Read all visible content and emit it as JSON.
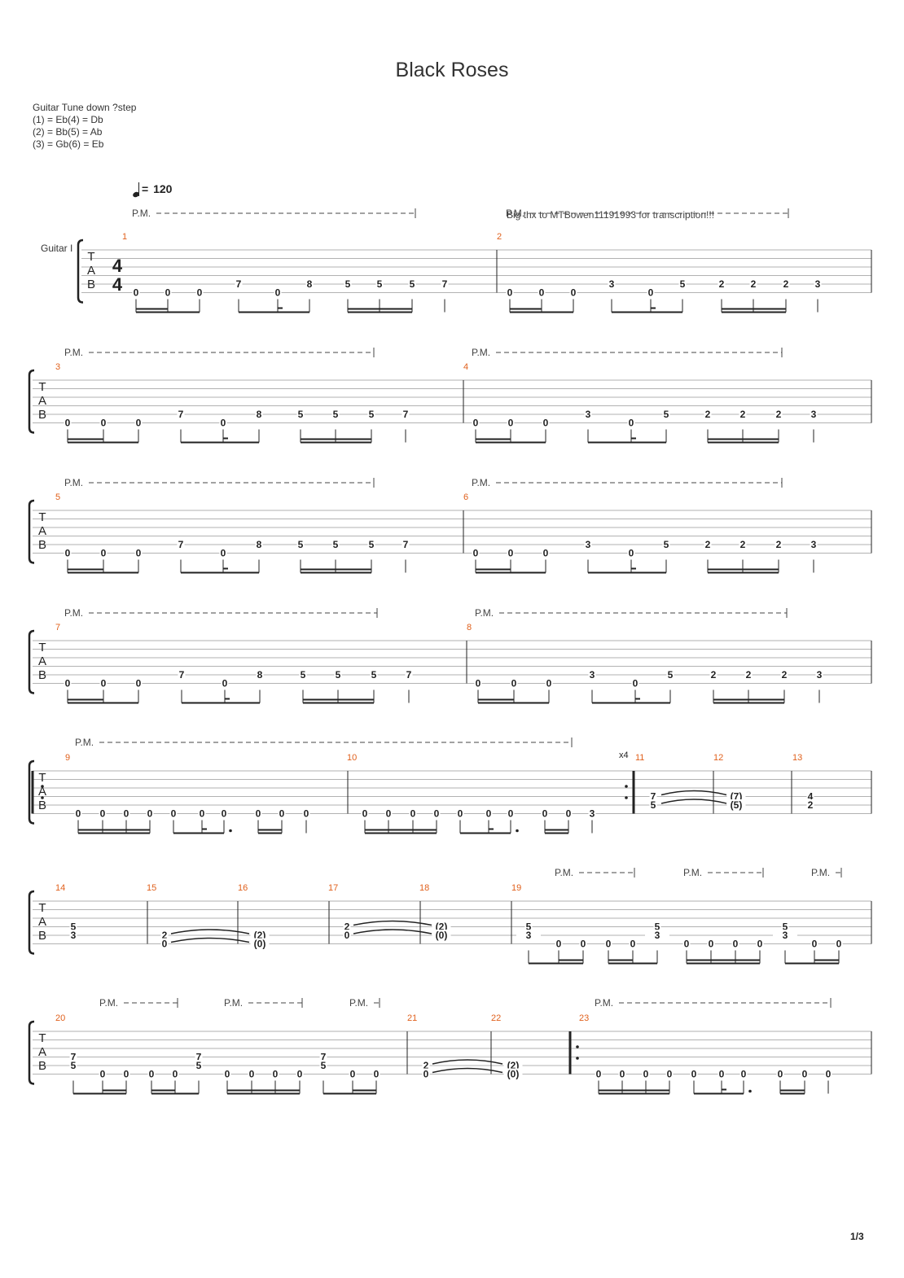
{
  "title": "Black Roses",
  "tuning": {
    "heading": "Guitar Tune down ?step",
    "lines": [
      "(1) = Eb(4) = Db",
      "(2) = Bb(5) = Ab",
      "(3) = Gb(6) = Eb"
    ]
  },
  "tempo": {
    "bpm": "120",
    "prefix": "= "
  },
  "credit": "Big thx to MTBowen11191993 for transcription!!!",
  "instrument": "Guitar I",
  "page_number": "1/3",
  "labels": {
    "pm": "P.M.",
    "repeat_count": "x4",
    "time_sig_top": "4",
    "time_sig_bottom": "4"
  },
  "measures_text": [
    {
      "m": "1",
      "frets": "0 0 0 7 0 8 5 5 5 7"
    },
    {
      "m": "2",
      "frets": "0 0 0 3 0 5 2 2 2 3"
    },
    {
      "m": "3",
      "frets": "0 0 0 7 0 8 5 5 5 7"
    },
    {
      "m": "4",
      "frets": "0 0 0 3 0 5 2 2 2 3"
    },
    {
      "m": "5",
      "frets": "0 0 0 7 0 8 5 5 5 7"
    },
    {
      "m": "6",
      "frets": "0 0 0 3 0 5 2 2 2 3"
    },
    {
      "m": "7",
      "frets": "0 0 0 7 0 8 5 5 5 7"
    },
    {
      "m": "8",
      "frets": "0 0 0 3 0 5 2 2 2 3"
    },
    {
      "m": "9",
      "frets": "0 0 0 0 0 0 0 0 0 0"
    },
    {
      "m": "10",
      "frets": "0 0 0 0 0 0 0 0 0 3"
    },
    {
      "m": "11",
      "frets": "7/5"
    },
    {
      "m": "12",
      "frets": "(7)/(5)"
    },
    {
      "m": "13",
      "frets": "4/2"
    },
    {
      "m": "14",
      "frets": "5/3"
    },
    {
      "m": "15",
      "frets": "2/0"
    },
    {
      "m": "16",
      "frets": "(2)/(0)"
    },
    {
      "m": "17",
      "frets": "2/0"
    },
    {
      "m": "18",
      "frets": "(2)/(0)"
    },
    {
      "m": "19",
      "frets": "5/3 0 0 0 0 5/3 0 0 0 0 5/3 0 0"
    },
    {
      "m": "20",
      "frets": "7/5 0 0 0 0 7/5 0 0 0 0 7/5 0 0"
    },
    {
      "m": "21",
      "frets": "2/0"
    },
    {
      "m": "22",
      "frets": "(2)/(0)"
    },
    {
      "m": "23",
      "frets": "0 0 0 0 0 0 0 0 0 0"
    }
  ]
}
